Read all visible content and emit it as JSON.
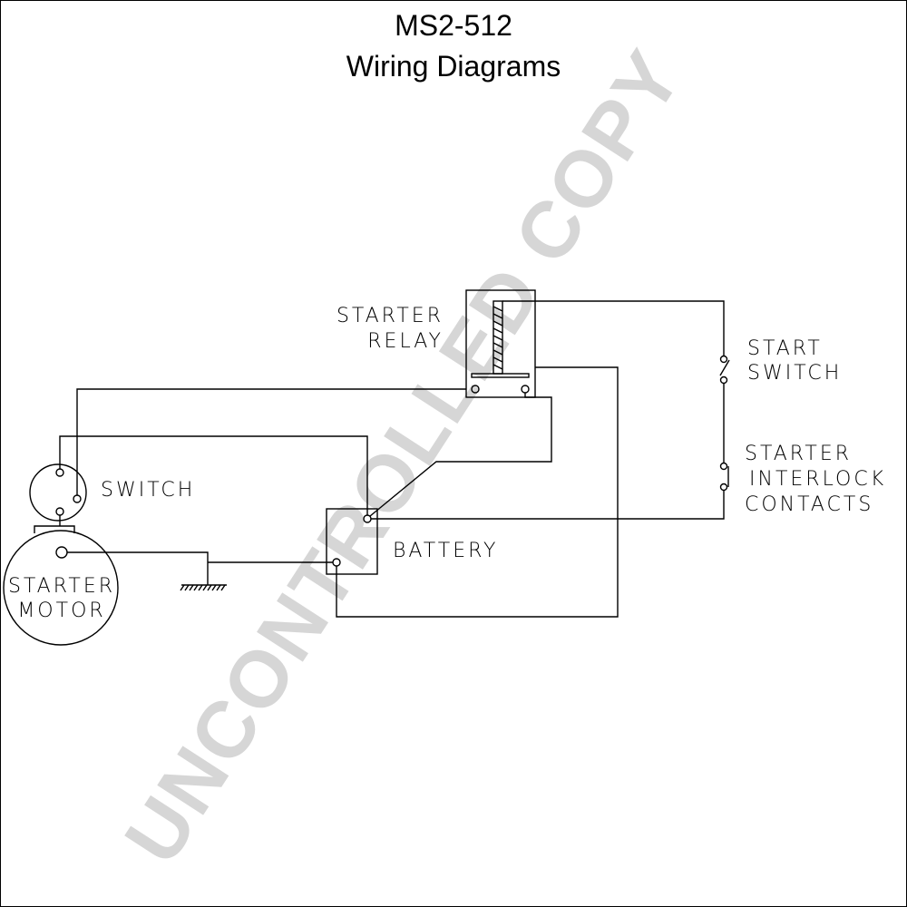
{
  "header": {
    "model": "MS2-512",
    "subtitle": "Wiring Diagrams"
  },
  "watermark": "UNCONTROLLED COPY",
  "labels": {
    "starter_relay": [
      "STARTER",
      "RELAY"
    ],
    "start_switch": [
      "START",
      "SWITCH"
    ],
    "interlock": [
      "STARTER",
      "INTERLOCK",
      "CONTACTS"
    ],
    "switch": "SWITCH",
    "battery": "BATTERY",
    "starter_motor": [
      "STARTER",
      "MOTOR"
    ]
  },
  "colors": {
    "line": "#000000",
    "watermark": "#d6d6d6",
    "background": "#ffffff"
  }
}
